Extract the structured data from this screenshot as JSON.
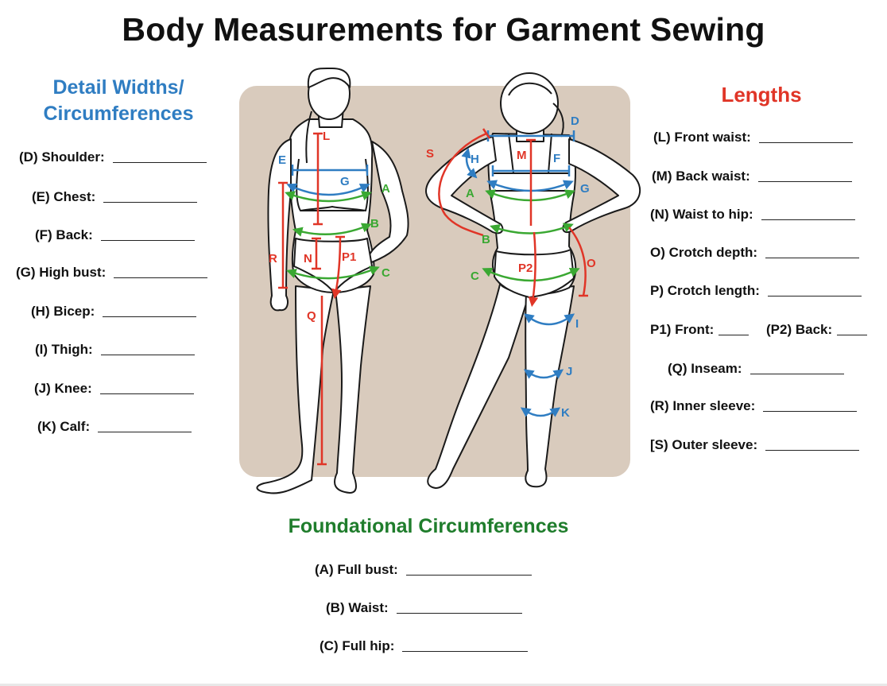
{
  "title": "Body Measurements for Garment Sewing",
  "headings": {
    "detail": [
      "Detail Widths/",
      "Circumferences"
    ],
    "lengths": "Lengths",
    "foundational": "Foundational Circumferences"
  },
  "colors": {
    "detail": "#2f7dc2",
    "lengths": "#e03527",
    "foundational": "#1f7d2c",
    "panel": "#d9cbbd"
  },
  "detail_fields": [
    "(D) Shoulder:",
    "(E) Chest:",
    "(F) Back:",
    "(G) High bust:",
    "(H) Bicep:",
    "(I) Thigh:",
    "(J) Knee:",
    "(K) Calf:"
  ],
  "length_fields": [
    "(L) Front waist:",
    "(M) Back waist:",
    "(N) Waist to hip:",
    "O) Crotch depth:",
    "P) Crotch length:",
    "P1) Front:",
    "(P2) Back:",
    "(Q) Inseam:",
    "(R) Inner sleeve:",
    "[S) Outer sleeve:"
  ],
  "foundational_fields": [
    "(A) Full bust:",
    "(B) Waist:",
    "(C) Full hip:"
  ],
  "figure_labels": {
    "front": [
      "E",
      "G",
      "A",
      "B",
      "C",
      "L",
      "N",
      "P1",
      "R",
      "Q"
    ],
    "back": [
      "D",
      "S",
      "H",
      "M",
      "F",
      "G",
      "A",
      "B",
      "C",
      "P2",
      "O",
      "I",
      "J",
      "K"
    ]
  }
}
